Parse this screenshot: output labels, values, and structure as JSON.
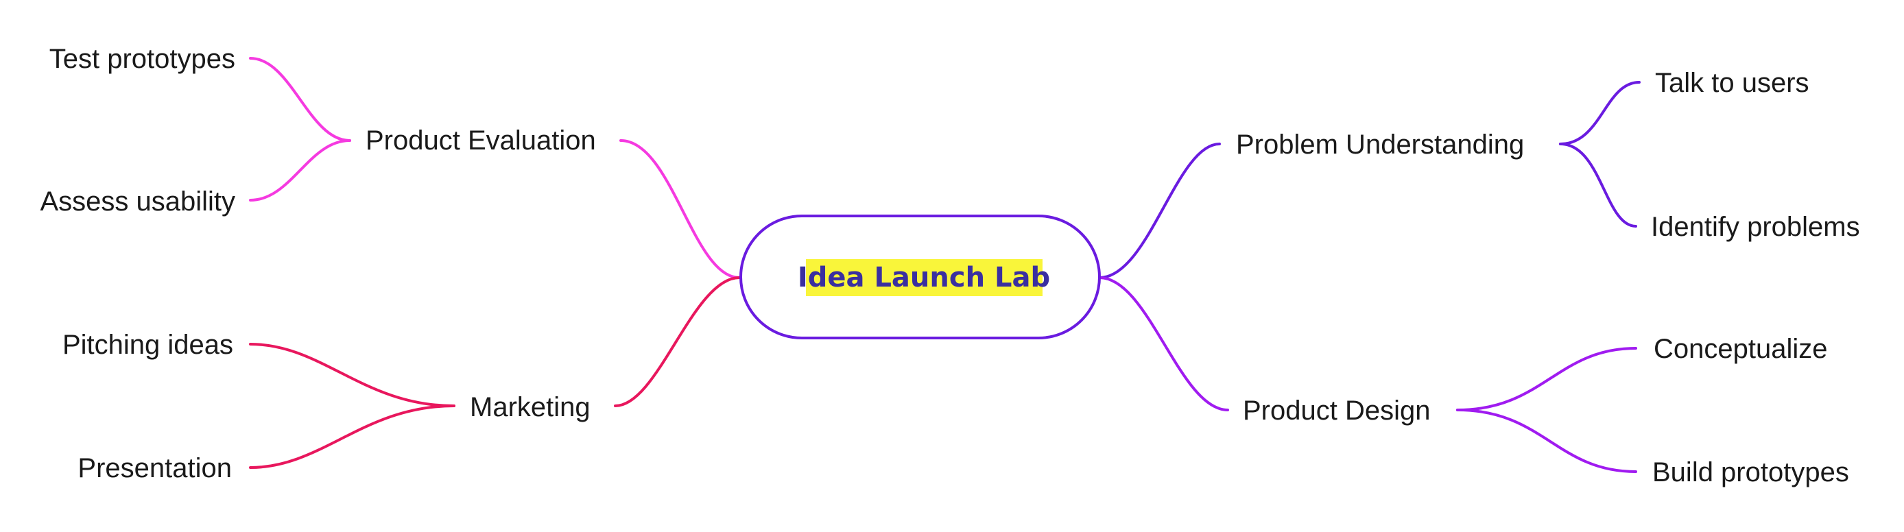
{
  "root": {
    "label": "Idea Launch Lab"
  },
  "branches": {
    "product_evaluation": {
      "label": "Product Evaluation",
      "children": [
        "Test prototypes",
        "Assess usability"
      ]
    },
    "marketing": {
      "label": "Marketing",
      "children": [
        "Pitching ideas",
        "Presentation"
      ]
    },
    "problem_understanding": {
      "label": "Problem Understanding",
      "children": [
        "Talk to users",
        "Identify problems"
      ]
    },
    "product_design": {
      "label": "Product Design",
      "children": [
        "Conceptualize",
        "Build prototypes"
      ]
    }
  },
  "colors": {
    "root_border": "#6a1be0",
    "root_highlight": "#f9f53a",
    "root_text": "#3a2fa0",
    "product_evaluation": "#f53ae0",
    "marketing": "#e8175d",
    "problem_understanding": "#6a1be0",
    "product_design": "#a01bf0"
  }
}
